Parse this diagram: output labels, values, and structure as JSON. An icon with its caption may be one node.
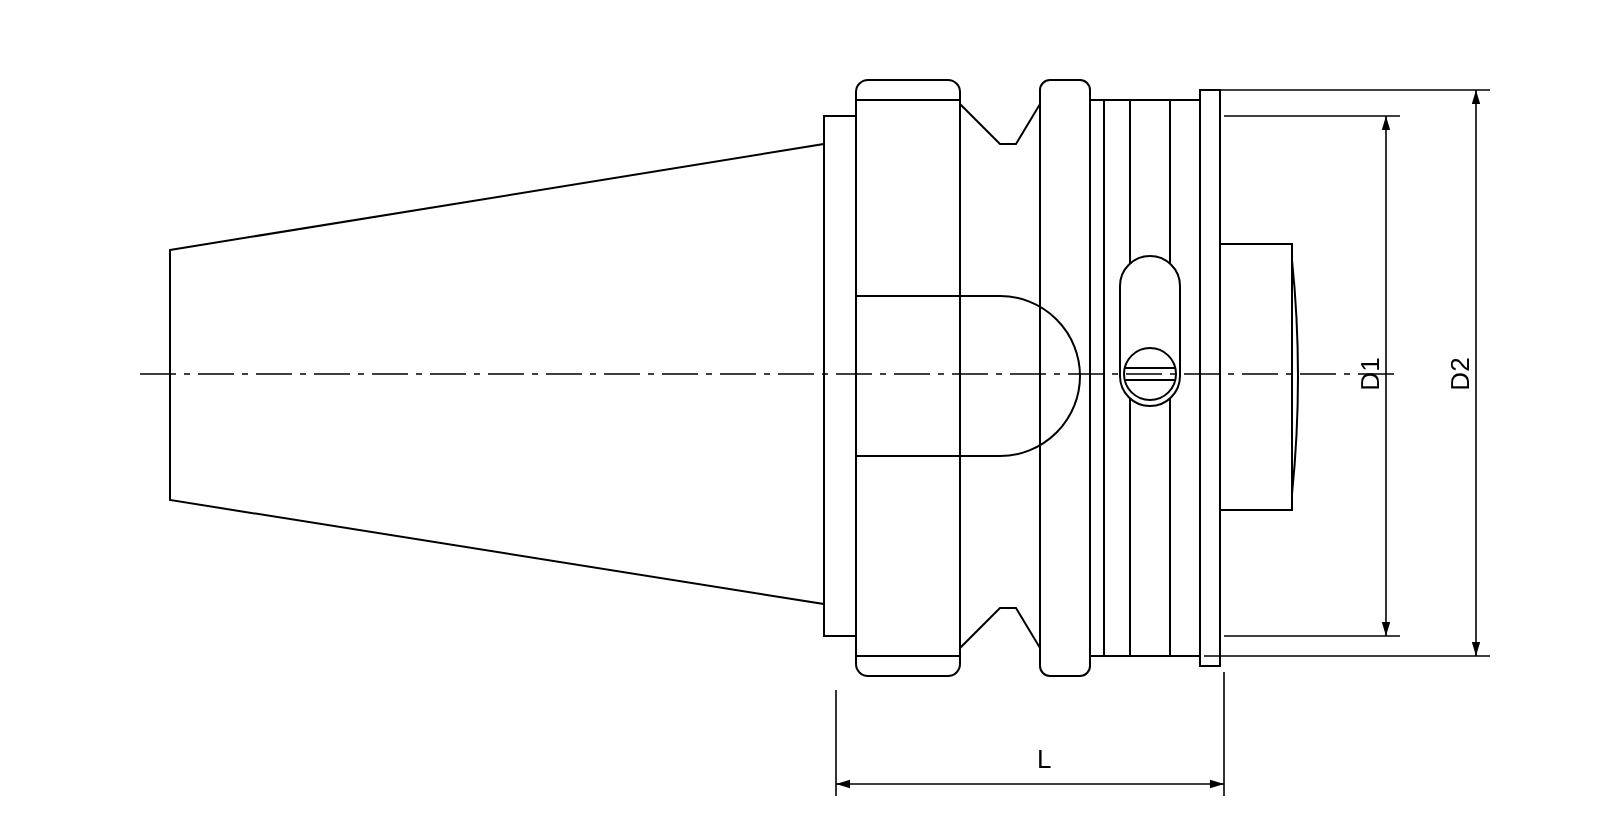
{
  "diagram": {
    "labels": [
      "D1",
      "D2",
      "L"
    ]
  }
}
